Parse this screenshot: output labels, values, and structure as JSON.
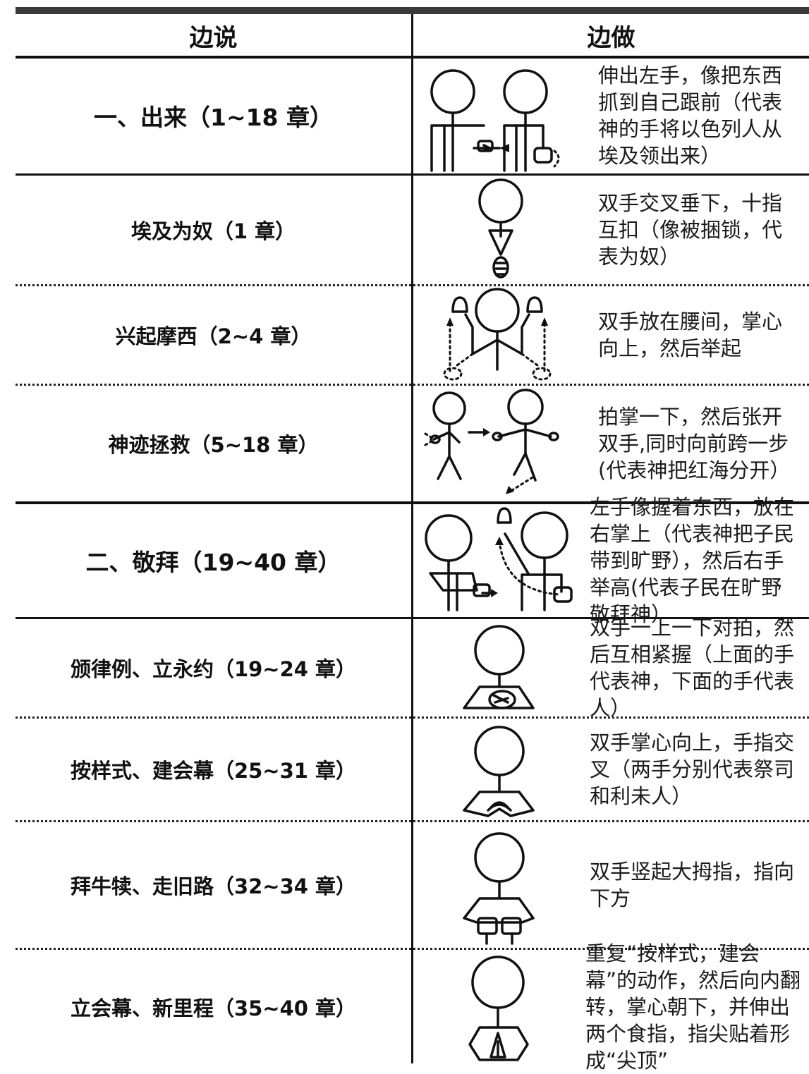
{
  "header": {
    "left": "边说",
    "right": "边做"
  },
  "rows": [
    {
      "title": "一、出来（1~18 章）",
      "desc": "伸出左手，像把东西抓到自己跟前（代表神的手将以色列人从埃及领出来）"
    },
    {
      "title": "埃及为奴（1 章）",
      "desc": "双手交叉垂下，十指互扣（像被捆锁，代表为奴）"
    },
    {
      "title": "兴起摩西（2~4 章）",
      "desc": "双手放在腰间，掌心向上，然后举起"
    },
    {
      "title": "神迹拯救（5~18 章）",
      "desc": "拍掌一下，然后张开双手,同时向前跨一步(代表神把红海分开）"
    },
    {
      "title": "二、敬拜（19~40 章）",
      "desc": "左手像握着东西，放在右掌上（代表神把子民带到旷野），然后右手举高(代表子民在旷野敬拜神）"
    },
    {
      "title": "颁律例、立永约（19~24 章）",
      "desc": "双手一上一下对拍，然后互相紧握（上面的手代表神，下面的手代表人）"
    },
    {
      "title": "按样式、建会幕（25~31 章）",
      "desc": "双手掌心向上，手指交叉（两手分别代表祭司和利未人）"
    },
    {
      "title": "拜牛犊、走旧路（32~34 章）",
      "desc": "双手竖起大拇指，指向下方"
    },
    {
      "title": "立会幕、新里程（35~40 章）",
      "desc": "重复“按样式，建会幕”的动作，然后向内翻转，掌心朝下，并伸出两个食指，指尖贴着形成“尖顶”"
    }
  ],
  "figures": [
    "pull-hand-illustration",
    "crossed-hands-down-illustration",
    "raise-hands-illustration",
    "clap-and-step-illustration",
    "hold-and-raise-illustration",
    "clasp-hands-illustration",
    "palms-up-interlace-illustration",
    "thumbs-down-illustration",
    "pointed-roof-illustration"
  ]
}
